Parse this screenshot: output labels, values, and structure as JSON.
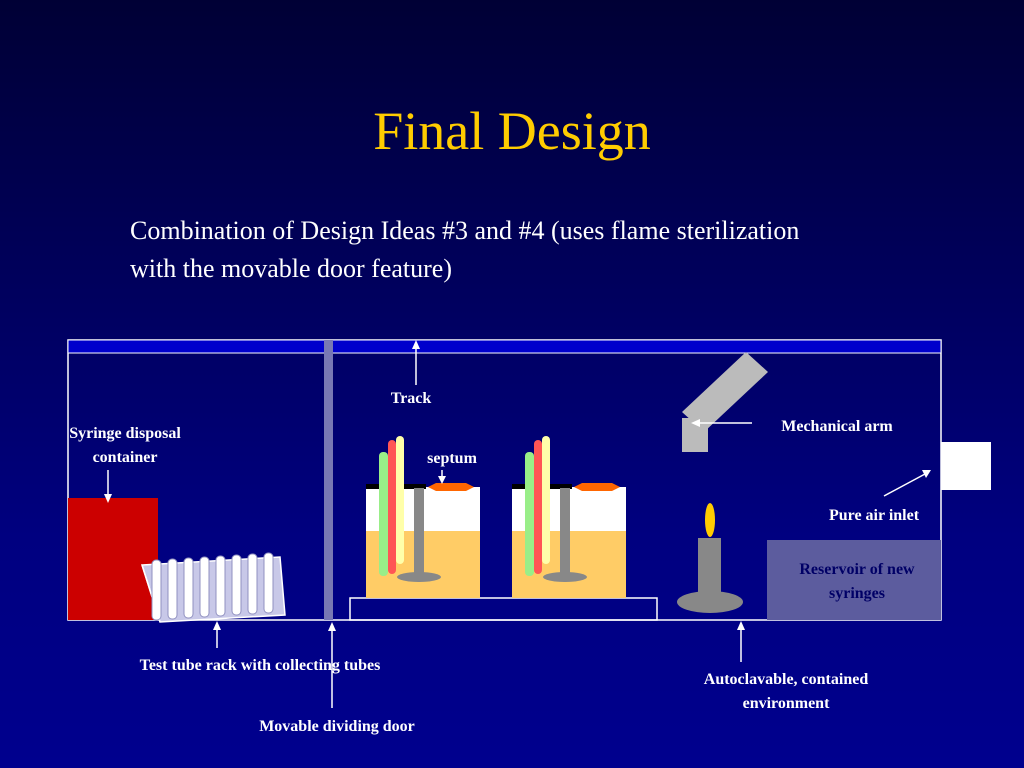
{
  "slide": {
    "title": "Final Design",
    "subtitle": "Combination of Design Ideas #3 and #4 (uses flame sterilization with the movable door feature)"
  },
  "labels": {
    "track": "Track",
    "syringe_disposal": "Syringe disposal container",
    "septum": "septum",
    "mechanical_arm": "Mechanical arm",
    "pure_air_inlet": "Pure air inlet",
    "reservoir": "Reservoir of new syringes",
    "test_tube_rack": "Test tube rack with collecting tubes",
    "autoclavable": "Autoclavable, contained environment",
    "dividing_door": "Movable dividing door"
  },
  "colors": {
    "title": "#ffcc00",
    "track_bar": "#0000cc",
    "disposal_container": "#cc0000",
    "liquid": "#ffcc66",
    "reservoir": "#5c5c9e",
    "flame": "#ffcc00",
    "septum": "#ff6600"
  }
}
